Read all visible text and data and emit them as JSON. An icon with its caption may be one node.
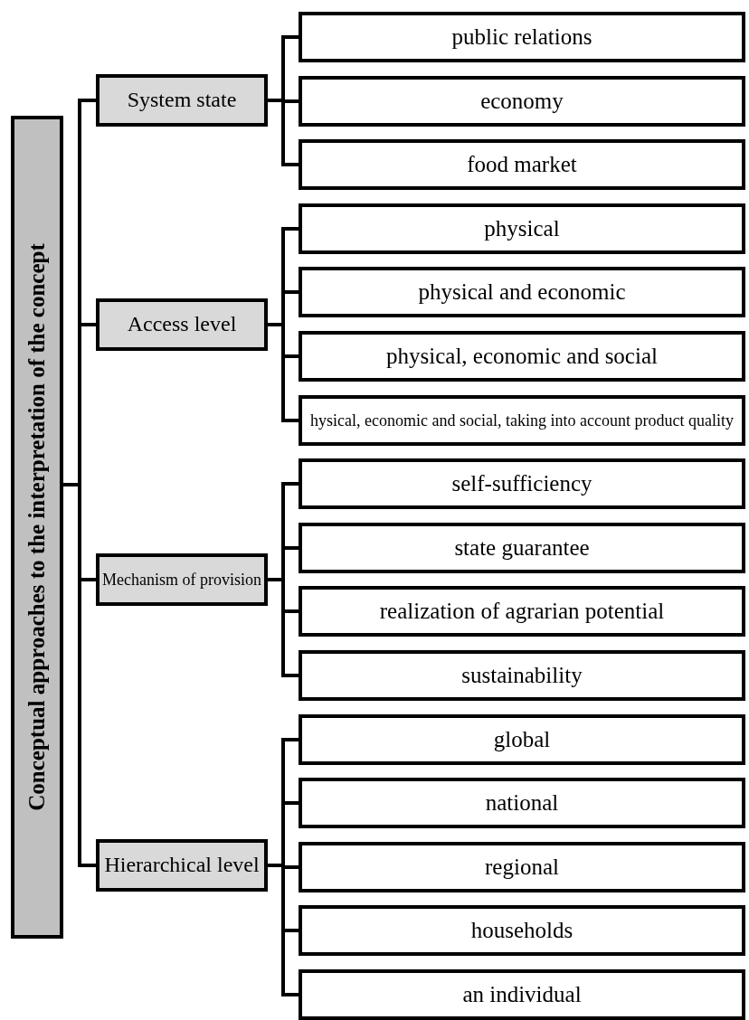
{
  "diagram": {
    "nodes": [
      {
        "text": [
          "Conceptual approaches to the interpretation of the concept"
        ]
      },
      {
        "text": [
          "System state"
        ]
      },
      {
        "text": [
          "public relations"
        ]
      },
      {
        "text": [
          "economy"
        ]
      },
      {
        "text": [
          "food market"
        ]
      },
      {
        "text": [
          "Access level"
        ]
      },
      {
        "text": [
          "physical"
        ]
      },
      {
        "text": [
          "physical and economic"
        ]
      },
      {
        "text": [
          "physical, economic and social"
        ]
      },
      {
        "text": [
          "hysical, economic and social, taking into account product quality"
        ]
      },
      {
        "text": [
          "Mechanism of provision"
        ]
      },
      {
        "text": [
          "self-sufficiency"
        ]
      },
      {
        "text": [
          "state guarantee"
        ]
      },
      {
        "text": [
          "realization of agrarian potential"
        ]
      },
      {
        "text": [
          "sustainability"
        ]
      },
      {
        "text": [
          "Hierarchical level"
        ]
      },
      {
        "text": [
          "global"
        ]
      },
      {
        "text": [
          "national"
        ]
      },
      {
        "text": [
          "regional"
        ]
      },
      {
        "text": [
          "households"
        ]
      },
      {
        "text": [
          "an individual"
        ]
      }
    ],
    "edges": [
      {
        "from": 0,
        "to": 1,
        "arrow": "none"
      },
      {
        "from": 0,
        "to": 5,
        "arrow": "none"
      },
      {
        "from": 0,
        "to": 10,
        "arrow": "none"
      },
      {
        "from": 0,
        "to": 15,
        "arrow": "none"
      },
      {
        "from": 1,
        "to": 2,
        "arrow": "none"
      },
      {
        "from": 1,
        "to": 3,
        "arrow": "none"
      },
      {
        "from": 1,
        "to": 4,
        "arrow": "none"
      },
      {
        "from": 5,
        "to": 6,
        "arrow": "none"
      },
      {
        "from": 5,
        "to": 7,
        "arrow": "none"
      },
      {
        "from": 5,
        "to": 8,
        "arrow": "none"
      },
      {
        "from": 5,
        "to": 9,
        "arrow": "none"
      },
      {
        "from": 10,
        "to": 11,
        "arrow": "none"
      },
      {
        "from": 10,
        "to": 12,
        "arrow": "none"
      },
      {
        "from": 10,
        "to": 13,
        "arrow": "none"
      },
      {
        "from": 10,
        "to": 14,
        "arrow": "none"
      },
      {
        "from": 15,
        "to": 16,
        "arrow": "none"
      },
      {
        "from": 15,
        "to": 17,
        "arrow": "none"
      },
      {
        "from": 15,
        "to": 18,
        "arrow": "none"
      },
      {
        "from": 15,
        "to": 19,
        "arrow": "none"
      },
      {
        "from": 15,
        "to": 20,
        "arrow": "none"
      }
    ]
  }
}
